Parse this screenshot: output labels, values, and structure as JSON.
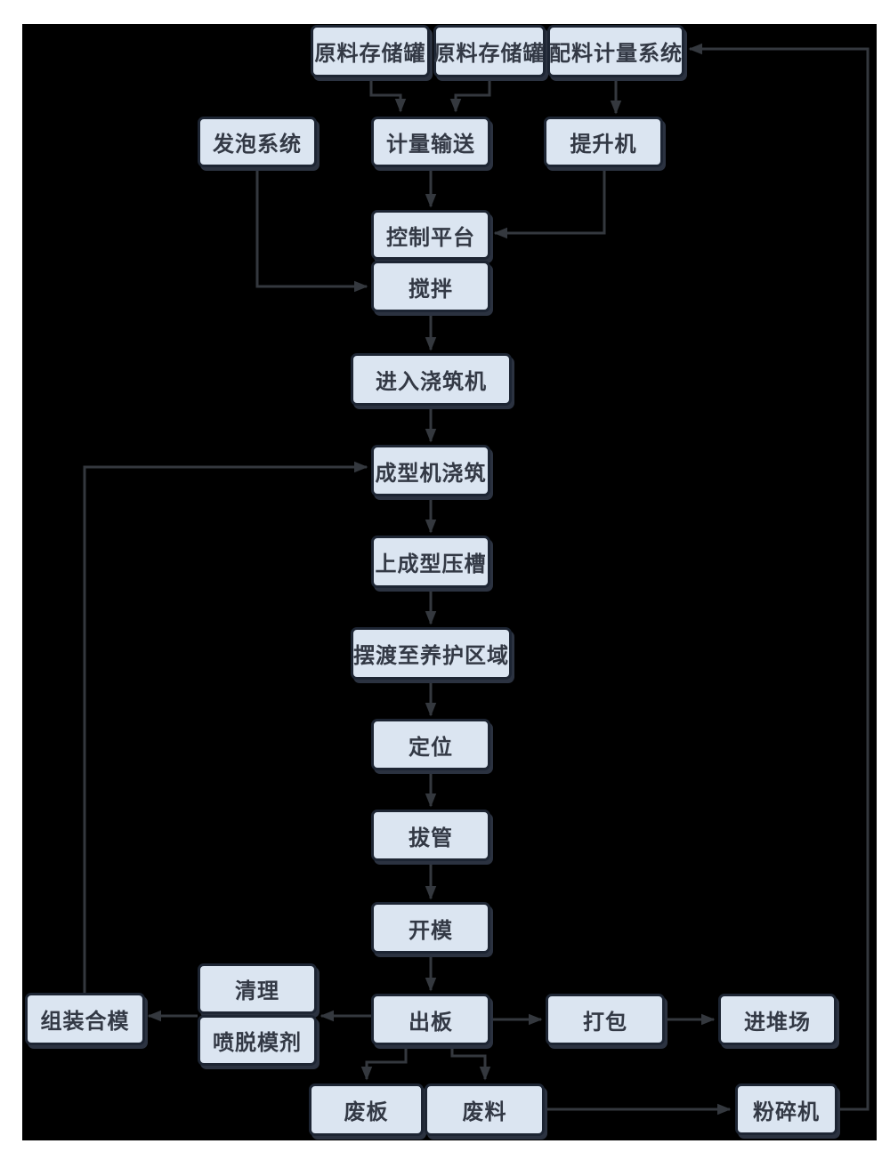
{
  "diagram": {
    "type": "flowchart",
    "page_background": "#ffffff",
    "canvas_background": "#000000",
    "node_fill": "#dbe5f1",
    "node_border": "#1d2533",
    "edge_color": "#34383e",
    "text_color": "#333945"
  },
  "nodes": {
    "raw_tank_1": {
      "label": "原料存储罐"
    },
    "raw_tank_2": {
      "label": "原料存储罐"
    },
    "batching_system": {
      "label": "配料计量系统"
    },
    "foaming_system": {
      "label": "发泡系统"
    },
    "metering_convey": {
      "label": "计量输送"
    },
    "hoist": {
      "label": "提升机"
    },
    "control_platform": {
      "label": "控制平台"
    },
    "mixing": {
      "label": "搅拌"
    },
    "enter_pouring": {
      "label": "进入浇筑机"
    },
    "forming_pouring": {
      "label": "成型机浇筑"
    },
    "press_groove": {
      "label": "上成型压槽"
    },
    "ferry_curing": {
      "label": "摆渡至养护区域"
    },
    "positioning": {
      "label": "定位"
    },
    "pull_tube": {
      "label": "拔管"
    },
    "open_mold": {
      "label": "开模"
    },
    "cleaning": {
      "label": "清理"
    },
    "spray_release": {
      "label": "喷脱模剂"
    },
    "assemble_mold": {
      "label": "组装合模"
    },
    "out_board": {
      "label": "出板"
    },
    "packing": {
      "label": "打包"
    },
    "stockyard": {
      "label": "进堆场"
    },
    "waste_board": {
      "label": "废板"
    },
    "waste_material": {
      "label": "废料"
    },
    "crusher": {
      "label": "粉碎机"
    }
  }
}
